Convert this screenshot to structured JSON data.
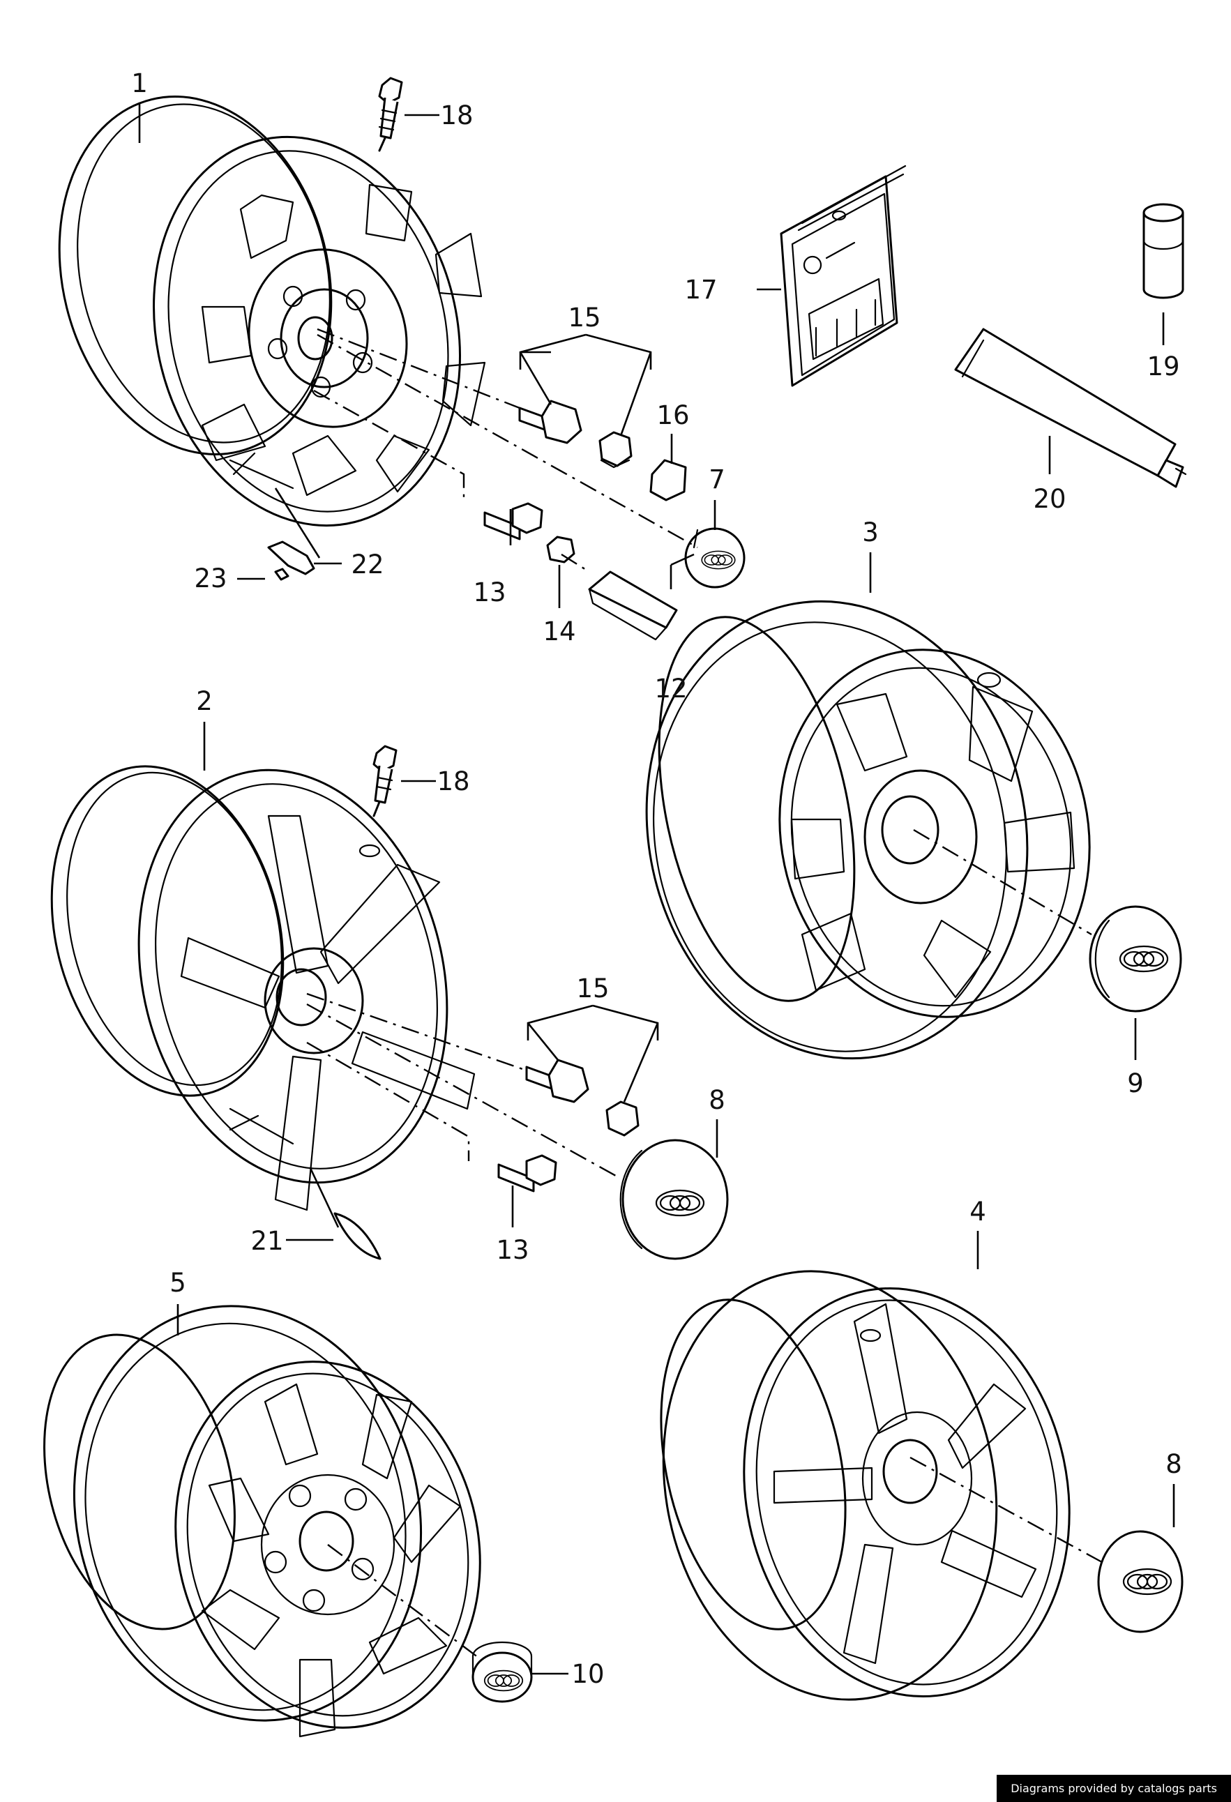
{
  "diagram": {
    "callouts": {
      "p1": "1",
      "p2": "2",
      "p3": "3",
      "p4": "4",
      "p5": "5",
      "p7": "7",
      "p8": "8",
      "p9": "9",
      "p10": "10",
      "p12": "12",
      "p13": "13",
      "p14": "14",
      "p15": "15",
      "p16": "16",
      "p17": "17",
      "p18": "18",
      "p19": "19",
      "p20": "20",
      "p21": "21",
      "p22": "22",
      "p23": "23"
    }
  },
  "footer": {
    "credit": "Diagrams provided by catalogs parts"
  }
}
